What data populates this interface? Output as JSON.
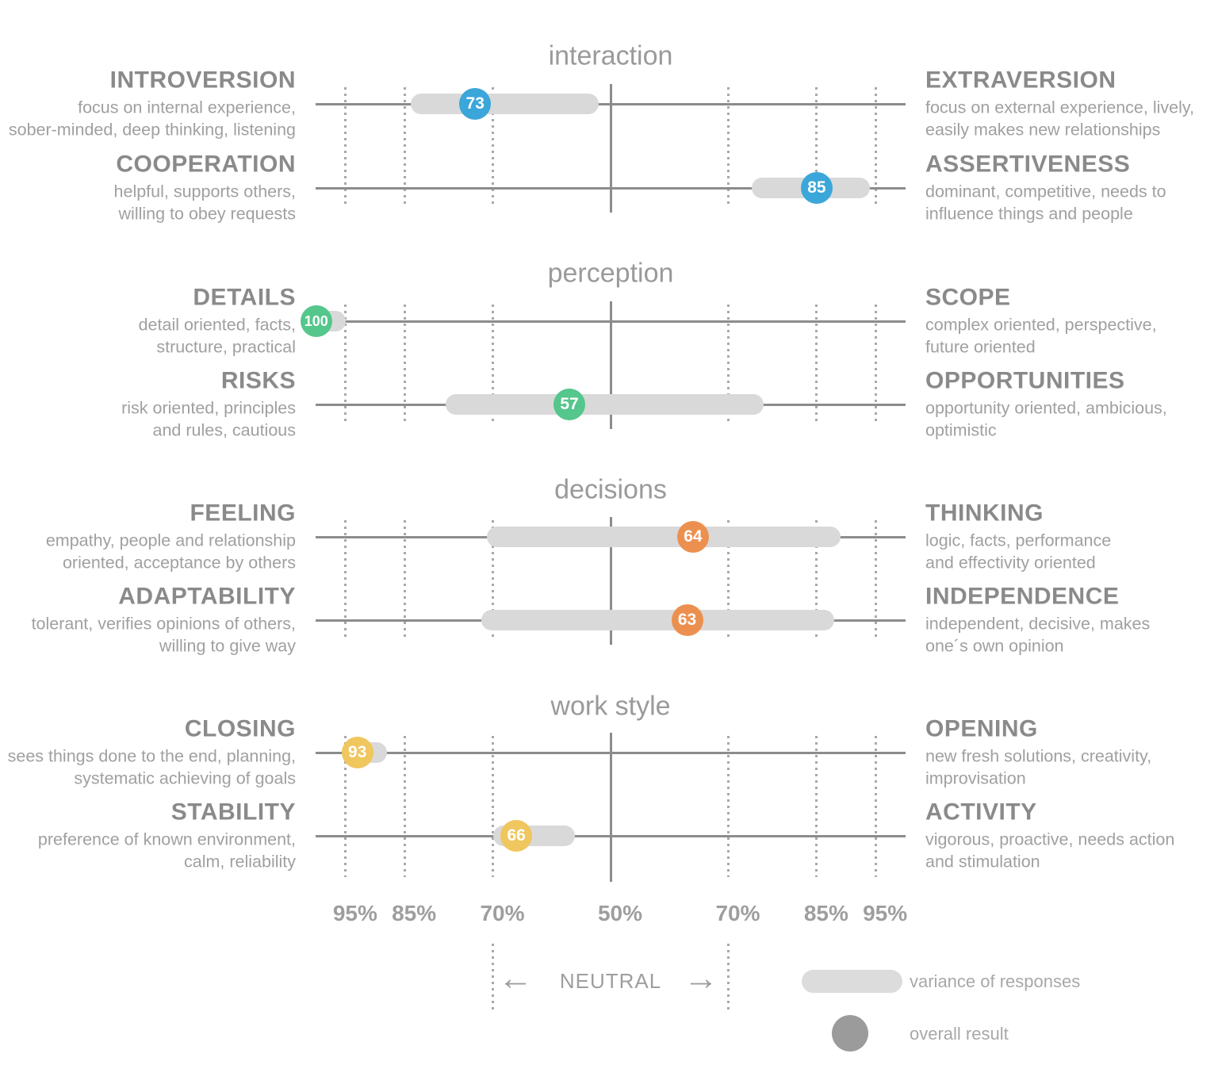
{
  "chart_data": {
    "type": "bipolar_profile",
    "axis": {
      "tick_labels": [
        "95%",
        "85%",
        "70%",
        "50%",
        "70%",
        "85%",
        "95%"
      ],
      "tick_offsets": [
        -45,
        -35,
        -20,
        0,
        20,
        35,
        45
      ],
      "dotted_offsets": [
        -45,
        -35,
        -20,
        20,
        35,
        45
      ]
    },
    "legend": {
      "neutral_label": "NEUTRAL",
      "variance_label": "variance of responses",
      "overall_label": "overall result"
    },
    "colors": {
      "variance_bar": "#d9d9d9",
      "axis_line": "#8c8c8c",
      "gridline": "#a8a8a8",
      "heading_text": "#8a8a8a",
      "description_text": "#a0a0a0",
      "legend_overall": "#9b9b9b"
    },
    "sections": [
      {
        "title": "interaction",
        "color": "#3ba6d9",
        "rows": [
          {
            "left": {
              "name": "INTROVERSION",
              "desc": [
                "focus on internal experience,",
                "sober-minded, deep thinking, listening"
              ]
            },
            "right": {
              "name": "EXTRAVERSION",
              "desc": [
                "focus on external experience, lively,",
                "easily makes new relationships"
              ]
            },
            "score": 73,
            "side": "left",
            "axis_value": -23,
            "variance": [
              -34,
              -2
            ]
          },
          {
            "left": {
              "name": "COOPERATION",
              "desc": [
                "helpful, supports others,",
                "willing to obey requests"
              ]
            },
            "right": {
              "name": "ASSERTIVENESS",
              "desc": [
                "dominant, competitive, needs to",
                "influence things and people"
              ]
            },
            "score": 85,
            "side": "right",
            "axis_value": 35,
            "variance": [
              24,
              44
            ]
          }
        ]
      },
      {
        "title": "perception",
        "color": "#55c68c",
        "rows": [
          {
            "left": {
              "name": "DETAILS",
              "desc": [
                "detail oriented, facts,",
                "structure, practical"
              ]
            },
            "right": {
              "name": "SCOPE",
              "desc": [
                "complex oriented, perspective,",
                "future oriented"
              ]
            },
            "score": 100,
            "side": "left",
            "axis_value": -50,
            "variance": [
              -50,
              -45
            ]
          },
          {
            "left": {
              "name": "RISKS",
              "desc": [
                "risk oriented, principles",
                "and rules, cautious"
              ]
            },
            "right": {
              "name": "OPPORTUNITIES",
              "desc": [
                "opportunity oriented, ambicious,",
                "optimistic"
              ]
            },
            "score": 57,
            "side": "left",
            "axis_value": -7,
            "variance": [
              -28,
              26
            ]
          }
        ]
      },
      {
        "title": "decisions",
        "color": "#ec9050",
        "rows": [
          {
            "left": {
              "name": "FEELING",
              "desc": [
                "empathy, people and relationship",
                "oriented, acceptance by others"
              ]
            },
            "right": {
              "name": "THINKING",
              "desc": [
                "logic, facts, performance",
                "and effectivity oriented"
              ]
            },
            "score": 64,
            "side": "right",
            "axis_value": 14,
            "variance": [
              -21,
              39
            ]
          },
          {
            "left": {
              "name": "ADAPTABILITY",
              "desc": [
                "tolerant, verifies opinions of others,",
                "willing to give way"
              ]
            },
            "right": {
              "name": "INDEPENDENCE",
              "desc": [
                "independent, decisive, makes",
                "one´s own opinion"
              ]
            },
            "score": 63,
            "side": "right",
            "axis_value": 13,
            "variance": [
              -22,
              38
            ]
          }
        ]
      },
      {
        "title": "work style",
        "color": "#f0c65e",
        "rows": [
          {
            "left": {
              "name": "CLOSING",
              "desc": [
                "sees things done to the end, planning,",
                "systematic achieving of goals"
              ]
            },
            "right": {
              "name": "OPENING",
              "desc": [
                "new fresh solutions, creativity,",
                "improvisation"
              ]
            },
            "score": 93,
            "side": "left",
            "axis_value": -43,
            "variance": [
              -45,
              -38
            ]
          },
          {
            "left": {
              "name": "STABILITY",
              "desc": [
                "preference of known environment,",
                "calm, reliability"
              ]
            },
            "right": {
              "name": "ACTIVITY",
              "desc": [
                "vigorous, proactive, needs action",
                "and stimulation"
              ]
            },
            "score": 66,
            "side": "left",
            "axis_value": -16,
            "variance": [
              -20,
              -6
            ]
          }
        ]
      }
    ]
  }
}
